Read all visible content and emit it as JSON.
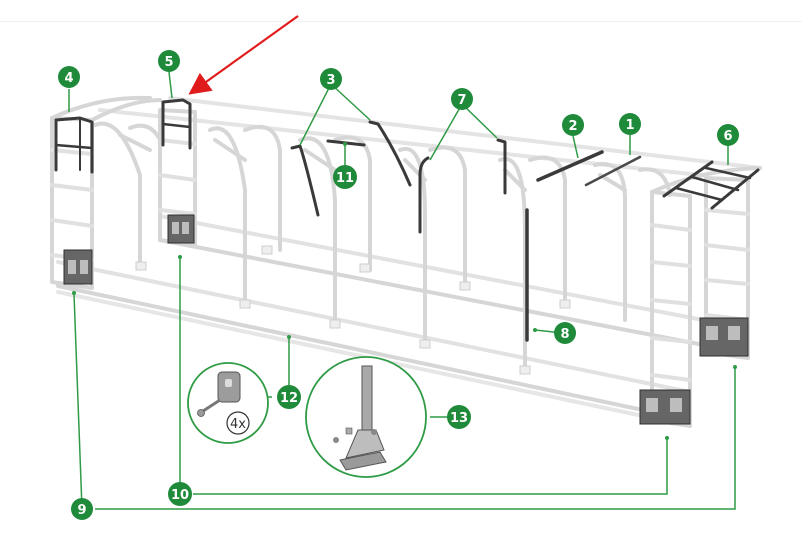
{
  "colors": {
    "frame": "#d9d9d9",
    "part": "#3a3a3a",
    "callout": "#1f8a3a",
    "leader": "#2f9b46",
    "arrow": "#e01b1b",
    "detail_border": "#2f9b46"
  },
  "callouts": [
    {
      "id": "c1",
      "label": "1"
    },
    {
      "id": "c2",
      "label": "2"
    },
    {
      "id": "c3",
      "label": "3"
    },
    {
      "id": "c4",
      "label": "4"
    },
    {
      "id": "c5",
      "label": "5"
    },
    {
      "id": "c6",
      "label": "6"
    },
    {
      "id": "c7",
      "label": "7"
    },
    {
      "id": "c8",
      "label": "8"
    },
    {
      "id": "c9",
      "label": "9"
    },
    {
      "id": "c10",
      "label": "10"
    },
    {
      "id": "c11",
      "label": "11"
    },
    {
      "id": "c12",
      "label": "12"
    },
    {
      "id": "c13",
      "label": "13"
    }
  ],
  "detail_12": {
    "quantity": "4x"
  }
}
